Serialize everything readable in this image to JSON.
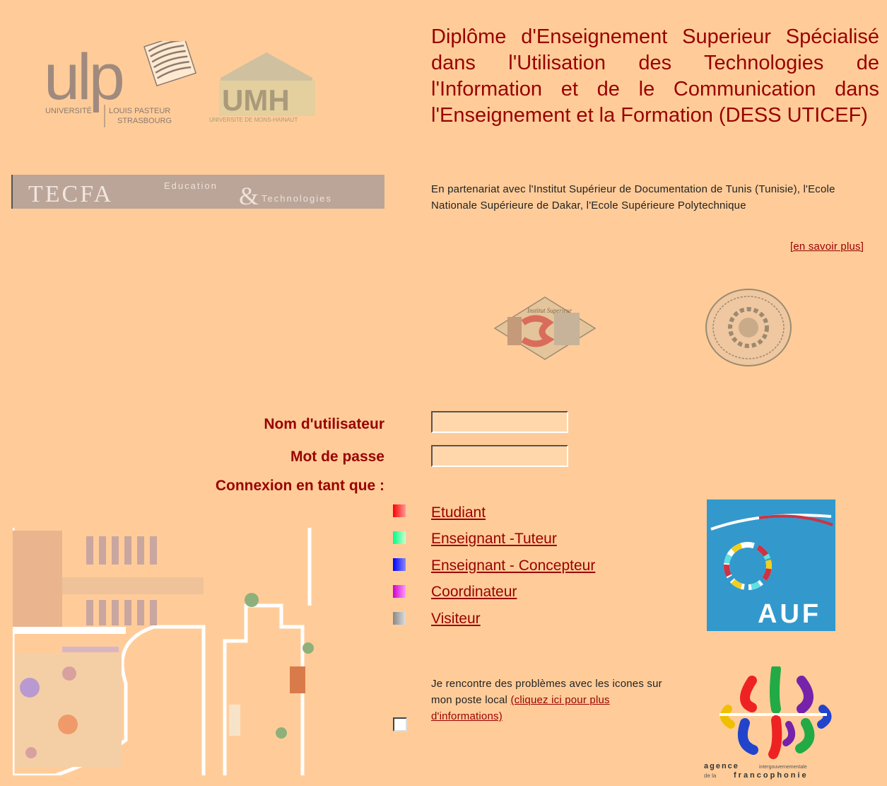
{
  "logos": {
    "ulp": {
      "big": "ulp",
      "left": "UNIVERSITÉ",
      "right1": "LOUIS PASTEUR",
      "right2": "STRASBOURG"
    },
    "umh": {
      "big": "UMH",
      "small": "UNIVERSITE DE MONS-HAINAUT"
    },
    "tecfa": {
      "main": "TECFA",
      "edu": "Education",
      "amp": "&",
      "tech": "Technologies"
    },
    "isd": {
      "text": "Institut Superieur"
    },
    "auf": {
      "text": "AUF"
    },
    "agence": {
      "line1a": "agence",
      "line1b": "intergouvernementale",
      "line2a": "de la",
      "line2b": "francophonie"
    }
  },
  "title": "Diplôme d'Enseignement Superieur Spécialisé dans l'Utilisation des Technologies de l'Information et de le Communication dans l'Enseignement et la Formation (DESS UTICEF)",
  "partnership": "En partenariat avec l'Institut Supérieur de Documentation de Tunis (Tunisie), l'Ecole Nationale Supérieure de Dakar, l'Ecole Supérieure Polytechnique",
  "more_link": "[en savoir plus]",
  "form": {
    "username_label": "Nom d'utilisateur",
    "password_label": "Mot de passe",
    "role_label": "Connexion en tant que :",
    "username_value": "",
    "password_value": ""
  },
  "roles": [
    {
      "label": "Etudiant",
      "color1": "#ff0000",
      "color2": "#ff9999"
    },
    {
      "label": "Enseignant -Tuteur",
      "color1": "#00ff88",
      "color2": "#ccffcc"
    },
    {
      "label": "Enseignant - Concepteur",
      "color1": "#0000ff",
      "color2": "#8888ff"
    },
    {
      "label": "Coordinateur",
      "color1": "#cc00cc",
      "color2": "#ff99ff"
    },
    {
      "label": "Visiteur",
      "color1": "#888888",
      "color2": "#dddddd"
    }
  ],
  "help": {
    "text": "Je rencontre des problèmes avec les icones sur mon poste local ",
    "link": "(cliquez ici pour plus d'informations)"
  },
  "colors": {
    "background": "#ffcc99",
    "accent": "#990000",
    "auf_blue": "#3399cc"
  }
}
